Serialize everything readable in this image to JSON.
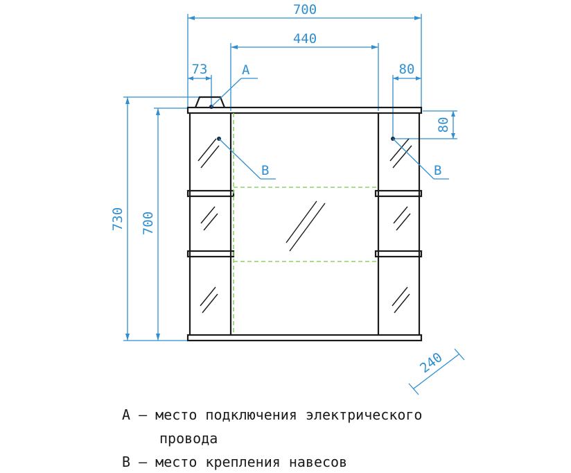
{
  "dimensions": {
    "total_width": "700",
    "inner_width": "440",
    "left_offset": "73",
    "right_offset": "80",
    "right_height_offset": "80",
    "total_height": "730",
    "body_height": "700",
    "depth": "240"
  },
  "markers": {
    "a": "A",
    "b_left": "B",
    "b_right": "B"
  },
  "legend": {
    "line_a": "A – место подключения электрического",
    "line_a_cont": "провода",
    "line_b": "B – место крепления навесов"
  },
  "colors": {
    "dimension": "#2f8fd0",
    "outline": "#1a1a1a",
    "hidden_shelf": "#8cd06a"
  }
}
